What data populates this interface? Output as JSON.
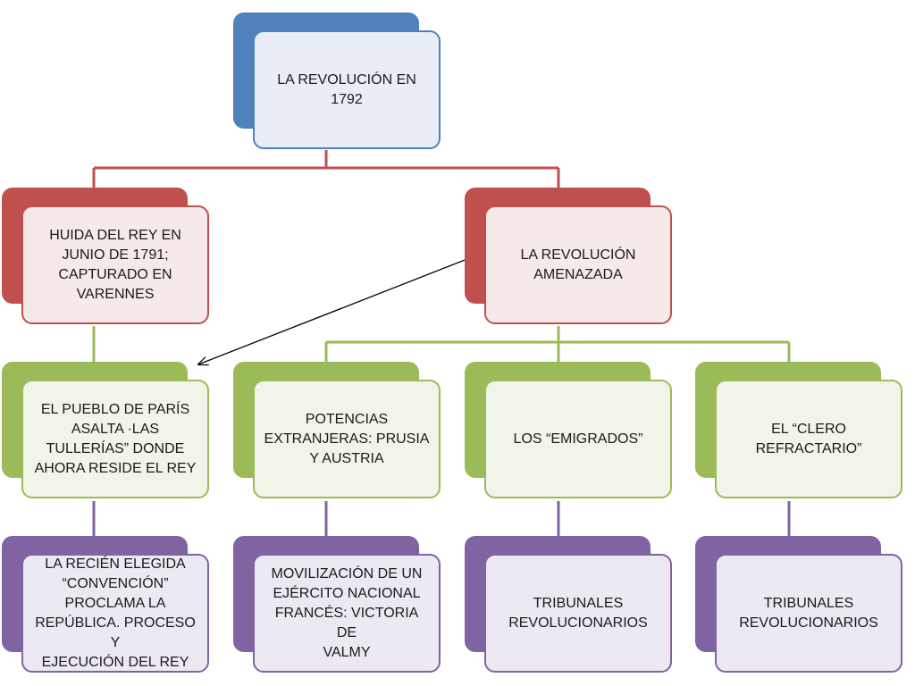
{
  "diagram": {
    "root": {
      "label": "LA REVOLUCIÓN EN\n1792"
    },
    "level1": [
      {
        "label": "HUIDA DEL REY EN\nJUNIO DE 1791;\nCAPTURADO EN\nVARENNES"
      },
      {
        "label": "LA REVOLUCIÓN\nAMENAZADA"
      }
    ],
    "level2": [
      {
        "label": "EL PUEBLO DE PARÍS\nASALTA ·LAS\nTULLERÍAS” DONDE\nAHORA RESIDE EL REY"
      },
      {
        "label": "POTENCIAS\nEXTRANJERAS: PRUSIA\nY AUSTRIA"
      },
      {
        "label": "LOS “EMIGRADOS”"
      },
      {
        "label": "EL “CLERO\nREFRACTARIO”"
      }
    ],
    "level3": [
      {
        "label": "LA RECIÉN ELEGIDA\n“CONVENCIÓN”\nPROCLAMA LA\nREPÚBLICA. PROCESO Y\nEJECUCIÓN DEL REY"
      },
      {
        "label": "MOVILIZACIÓN DE UN\nEJÉRCITO NACIONAL\nFRANCÉS: VICTORIA DE\nVALMY"
      },
      {
        "label": "TRIBUNALES\nREVOLUCIONARIOS"
      },
      {
        "label": "TRIBUNALES\nREVOLUCIONARIOS"
      }
    ],
    "colors": {
      "blue": "#4f81bd",
      "red": "#c0504d",
      "green": "#9bbb59",
      "purple": "#8064a2",
      "arrow": "#000000"
    }
  }
}
